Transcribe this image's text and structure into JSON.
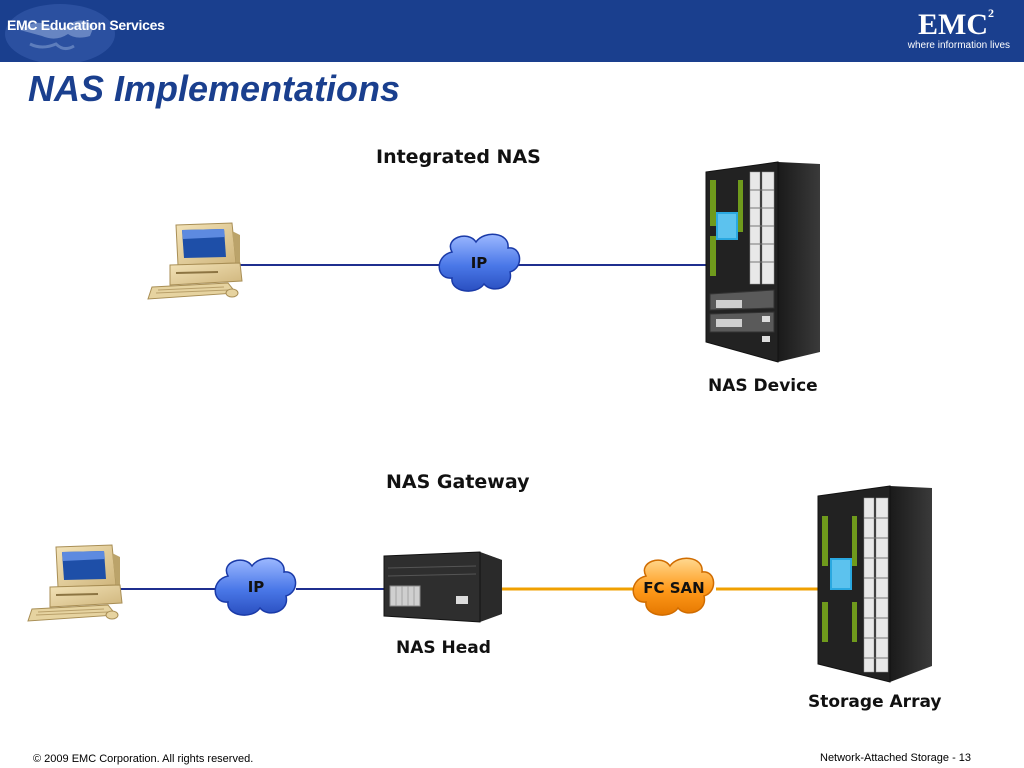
{
  "header": {
    "left_label": "EMC Education Services",
    "logo_text": "EMC",
    "logo_superscript": "2",
    "tagline": "where information lives"
  },
  "slide": {
    "title": "NAS Implementations"
  },
  "integrated": {
    "title": "Integrated NAS",
    "cloud_label": "IP",
    "device_label": "NAS Device"
  },
  "gateway": {
    "title": "NAS Gateway",
    "cloud_label": "IP",
    "head_label": "NAS Head",
    "san_label": "FC SAN",
    "storage_label": "Storage Array"
  },
  "footer": {
    "copyright": "© 2009 EMC Corporation. All rights reserved.",
    "course": "Network-Attached Storage - 13"
  },
  "colors": {
    "header_bg": "#1a3f8e",
    "ip_cloud": "#4a78e8",
    "san_cloud": "#ff9a1a",
    "ip_link": "#1f2f8f",
    "fc_link": "#f0a000"
  }
}
